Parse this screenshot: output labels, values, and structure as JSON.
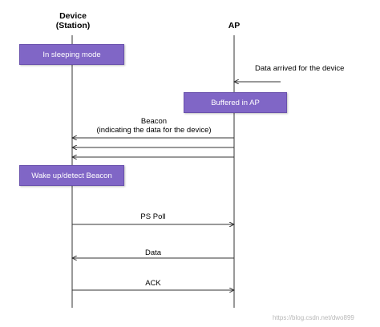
{
  "participants": {
    "device_line1": "Device",
    "device_line2": "(Station)",
    "ap": "AP"
  },
  "boxes": {
    "sleeping": "In sleeping mode",
    "buffered": "Buffered in AP",
    "wakeup": "Wake up/detect Beacon"
  },
  "messages": {
    "data_arrived": "Data arrived for the device",
    "beacon_line1": "Beacon",
    "beacon_line2": "(indicating the data for the device)",
    "ps_poll": "PS Poll",
    "data": "Data",
    "ack": "ACK"
  },
  "colors": {
    "box_fill": "#8066c6",
    "box_text": "#ffffff",
    "line": "#333333"
  },
  "watermark": "https://blog.csdn.net/dwo899"
}
